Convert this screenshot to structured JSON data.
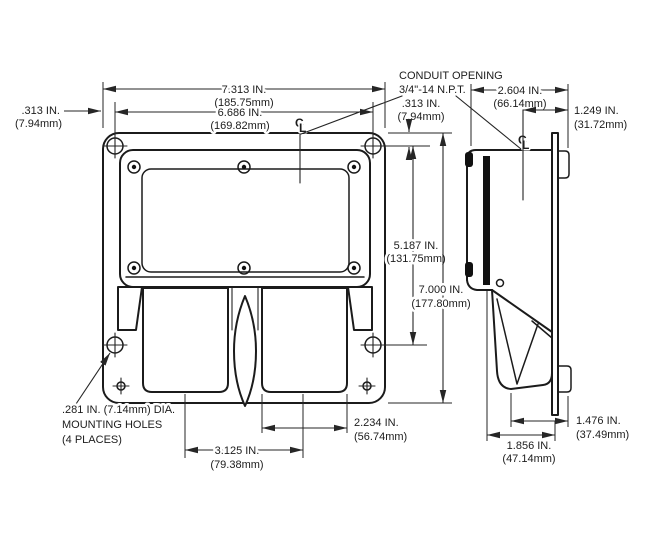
{
  "meta": {
    "doc_type": "dimension-drawing",
    "views": [
      "front",
      "side"
    ]
  },
  "colors": {
    "line": "#1b1b1b",
    "dim_line": "#262626",
    "background": "#ffffff",
    "text": "#1c1c1c"
  },
  "symbols": {
    "centerline_c": "C",
    "centerline_l": "L"
  },
  "notes": {
    "conduit": {
      "line1": "CONDUIT OPENING",
      "line2": "3/4\"-14 N.P.T."
    },
    "mounting": {
      "line1": ".281 IN. (7.14mm) DIA.",
      "line2": "MOUNTING HOLES",
      "line3": "(4 PLACES)"
    }
  },
  "front_view": {
    "dim_width_overall_in": "7.313 IN.",
    "dim_width_overall_mm": "(185.75mm)",
    "dim_width_holes_in": "6.686 IN.",
    "dim_width_holes_mm": "(169.82mm)",
    "dim_edge_left_in": ".313 IN.",
    "dim_edge_left_mm": "(7.94mm)",
    "dim_edge_top_in": ".313 IN.",
    "dim_edge_top_mm": "(7.94mm)",
    "dim_hole_span_in": "5.187 IN.",
    "dim_hole_span_mm": "(131.75mm)",
    "dim_height_overall_in": "7.000 IN.",
    "dim_height_overall_mm": "(177.80mm)",
    "dim_door_width_in": "2.234 IN.",
    "dim_door_width_mm": "(56.74mm)",
    "dim_door_centers_in": "3.125 IN.",
    "dim_door_centers_mm": "(79.38mm)"
  },
  "side_view": {
    "dim_depth_overall_in": "2.604 IN.",
    "dim_depth_overall_mm": "(66.14mm)",
    "dim_conduit_center_in": "1.249 IN.",
    "dim_conduit_center_mm": "(31.72mm)",
    "dim_lower_depth_in": "1.476 IN.",
    "dim_lower_depth_mm": "(37.49mm)",
    "dim_body_depth_in": "1.856 IN.",
    "dim_body_depth_mm": "(47.14mm)"
  }
}
